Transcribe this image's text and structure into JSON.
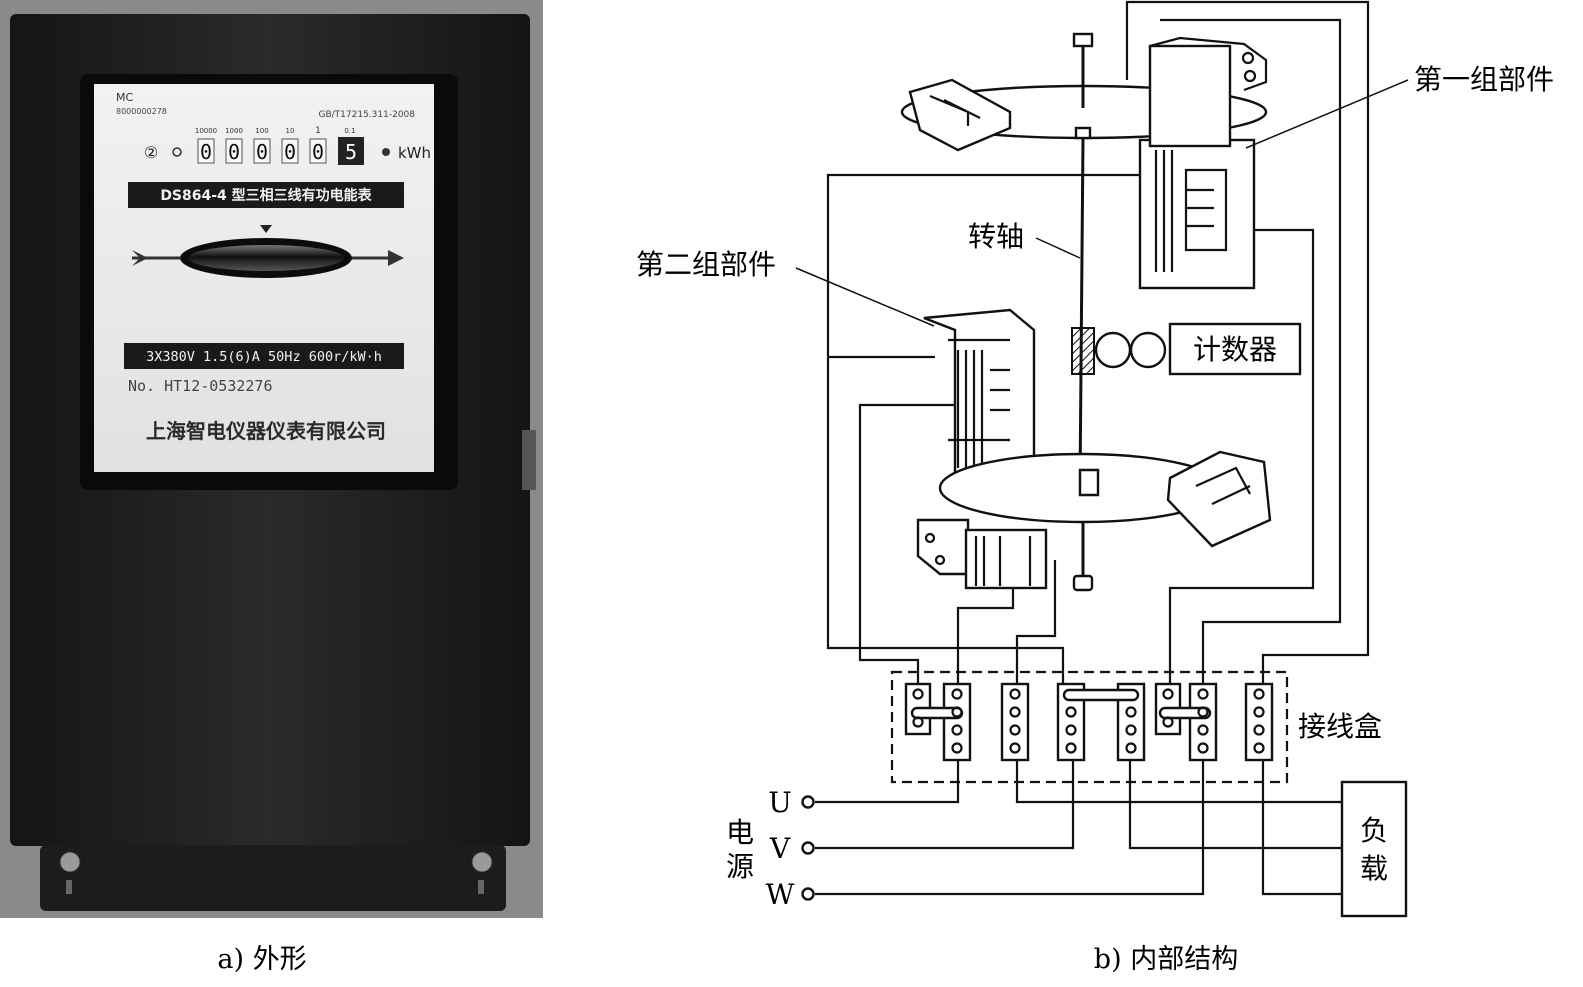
{
  "captions": {
    "left": "a) 外形",
    "right": "b) 内部结构"
  },
  "meter": {
    "mark": "MC",
    "license": "8000000278",
    "standard": "GB/T17215.311-2008",
    "phase_symbol": "②",
    "register_scale": [
      "10000",
      "1000",
      "100",
      "10",
      "1",
      "0.1"
    ],
    "register_digits": [
      "0",
      "0",
      "0",
      "0",
      "0",
      "5"
    ],
    "unit": "kWh",
    "model": "DS864-4 型三相三线有功电能表",
    "rating": "3X380V  1.5(6)A  50Hz  600r/kW·h",
    "serial": "No.  HT12-0532276",
    "maker": "上海智电仪器仪表有限公司"
  },
  "diagram": {
    "labels": {
      "group1": "第一组部件",
      "group2": "第二组部件",
      "shaft": "转轴",
      "counter": "计数器",
      "terminal_box": "接线盒",
      "load_1": "负",
      "load_2": "载",
      "source_1": "电",
      "source_2": "源",
      "u": "U",
      "v": "V",
      "w": "W"
    }
  }
}
